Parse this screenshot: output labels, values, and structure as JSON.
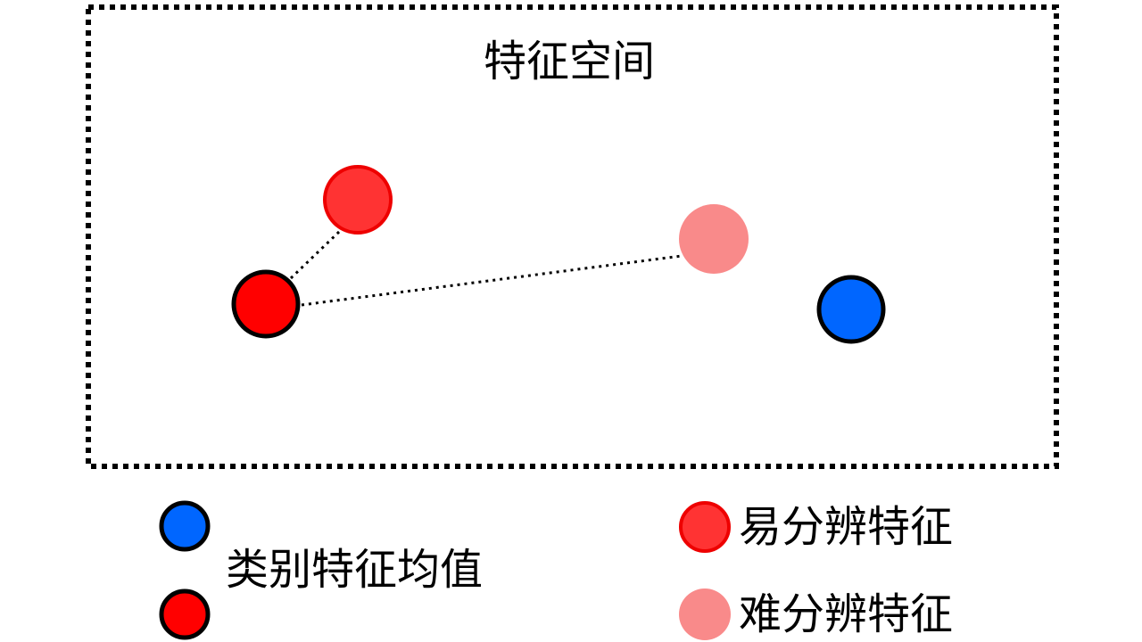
{
  "feature_space": {
    "title": "特征空间"
  },
  "legend": {
    "class_mean_label": "类别特征均值",
    "easy_label": "易分辨特征",
    "hard_label": "难分辨特征"
  },
  "colors": {
    "red_mean": "#ff0000",
    "blue_mean": "#0066ff",
    "easy_feature": "#ff3333",
    "easy_stroke": "#ee0000",
    "hard_feature": "#f98a8a",
    "outline": "#000000"
  }
}
